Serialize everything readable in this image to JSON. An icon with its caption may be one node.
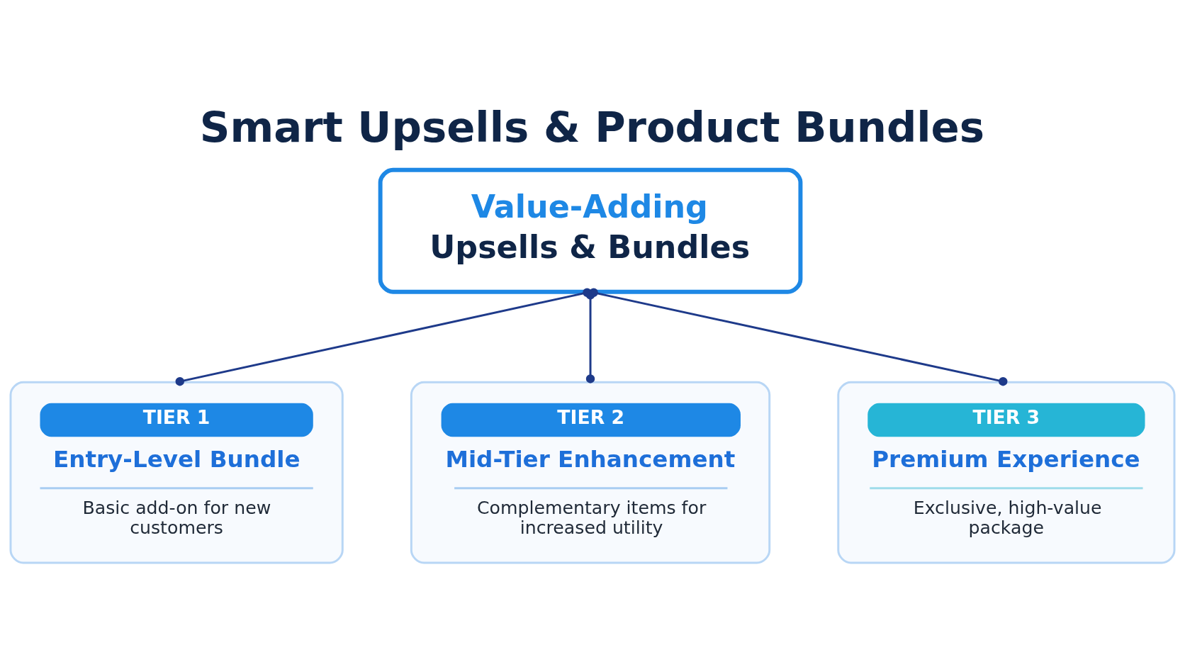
{
  "diagram": {
    "title": "Smart Upsells & Product Bundles",
    "nodes": [
      {
        "text": [
          "Value-Adding",
          "Upsells & Bundles"
        ]
      },
      {
        "text": [
          "TIER 1",
          "Entry-Level Bundle",
          "Basic add-on for new customers"
        ]
      },
      {
        "text": [
          "TIER 2",
          "Mid-Tier Enhancement",
          "Complementary items for increased utility"
        ]
      },
      {
        "text": [
          "TIER 3",
          "Premium Experience",
          "Exclusive, high-value package"
        ]
      }
    ],
    "edges": [
      {
        "from": 0,
        "to": 1,
        "arrow": "other"
      },
      {
        "from": 0,
        "to": 2,
        "arrow": "other"
      },
      {
        "from": 0,
        "to": 3,
        "arrow": "other"
      }
    ]
  }
}
